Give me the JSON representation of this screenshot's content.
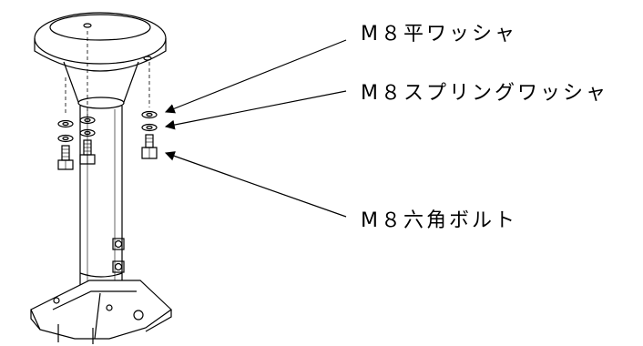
{
  "labels": {
    "flat_washer": "M８平ワッシャ",
    "spring_washer": "M８スプリングワッシャ",
    "hex_bolt": "M８六角ボルト"
  },
  "colors": {
    "line": "#000000",
    "background": "#ffffff"
  }
}
